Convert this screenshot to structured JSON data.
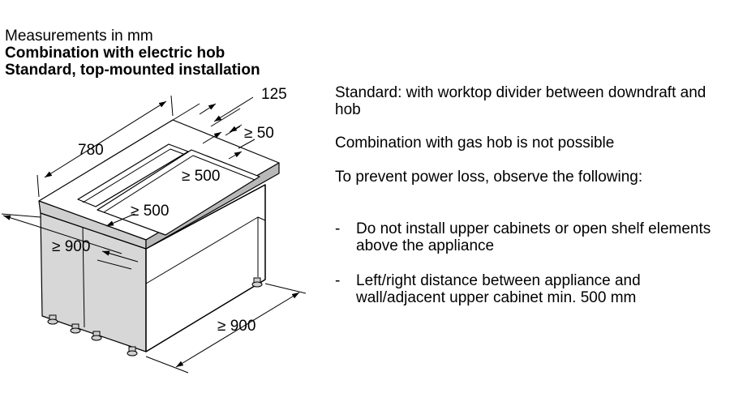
{
  "header": {
    "line1": "Measurements in mm",
    "line2": "Combination with electric hob",
    "line3": "Standard, top-mounted installation"
  },
  "dimensions": {
    "d125": "125",
    "d780": "780",
    "d50": "≥ 50",
    "d500_depth": "≥ 500",
    "d500_width": "≥ 500",
    "d900_left": "≥ 900",
    "d900_right": "≥ 900"
  },
  "notes": {
    "standard": "Standard: with worktop divider between downdraft and hob",
    "gas": "Combination with gas hob is not possible",
    "prevent": "To prevent power loss, observe the following:",
    "bullets": [
      "Do not install upper cabinets or open shelf elements above the appliance",
      "Left/right distance between appliance and wall/adjacent upper cabinet min. 500 mm"
    ],
    "dash": "-"
  }
}
